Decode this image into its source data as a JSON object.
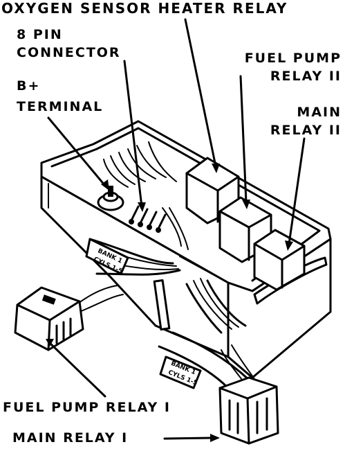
{
  "labels": {
    "oxygen_sensor_heater_relay": "OXYGEN SENSOR HEATER RELAY",
    "pin8_connector_line1": "8 PIN",
    "pin8_connector_line2": "CONNECTOR",
    "bplus_terminal_line1": "B+",
    "bplus_terminal_line2": "TERMINAL",
    "fuel_pump_relay_2_line1": "FUEL PUMP",
    "fuel_pump_relay_2_line2": "RELAY II",
    "main_relay_2_line1": "MAIN",
    "main_relay_2_line2": "RELAY II",
    "fuel_pump_relay_1": "FUEL PUMP RELAY I",
    "main_relay_1": "MAIN RELAY I",
    "tag_bank1_upper": "BANK 1",
    "tag_cyls_upper": "CYLS 1-5",
    "tag_bank1_lower": "BANK 1",
    "tag_cyls_lower": "CYLS 1-5"
  }
}
